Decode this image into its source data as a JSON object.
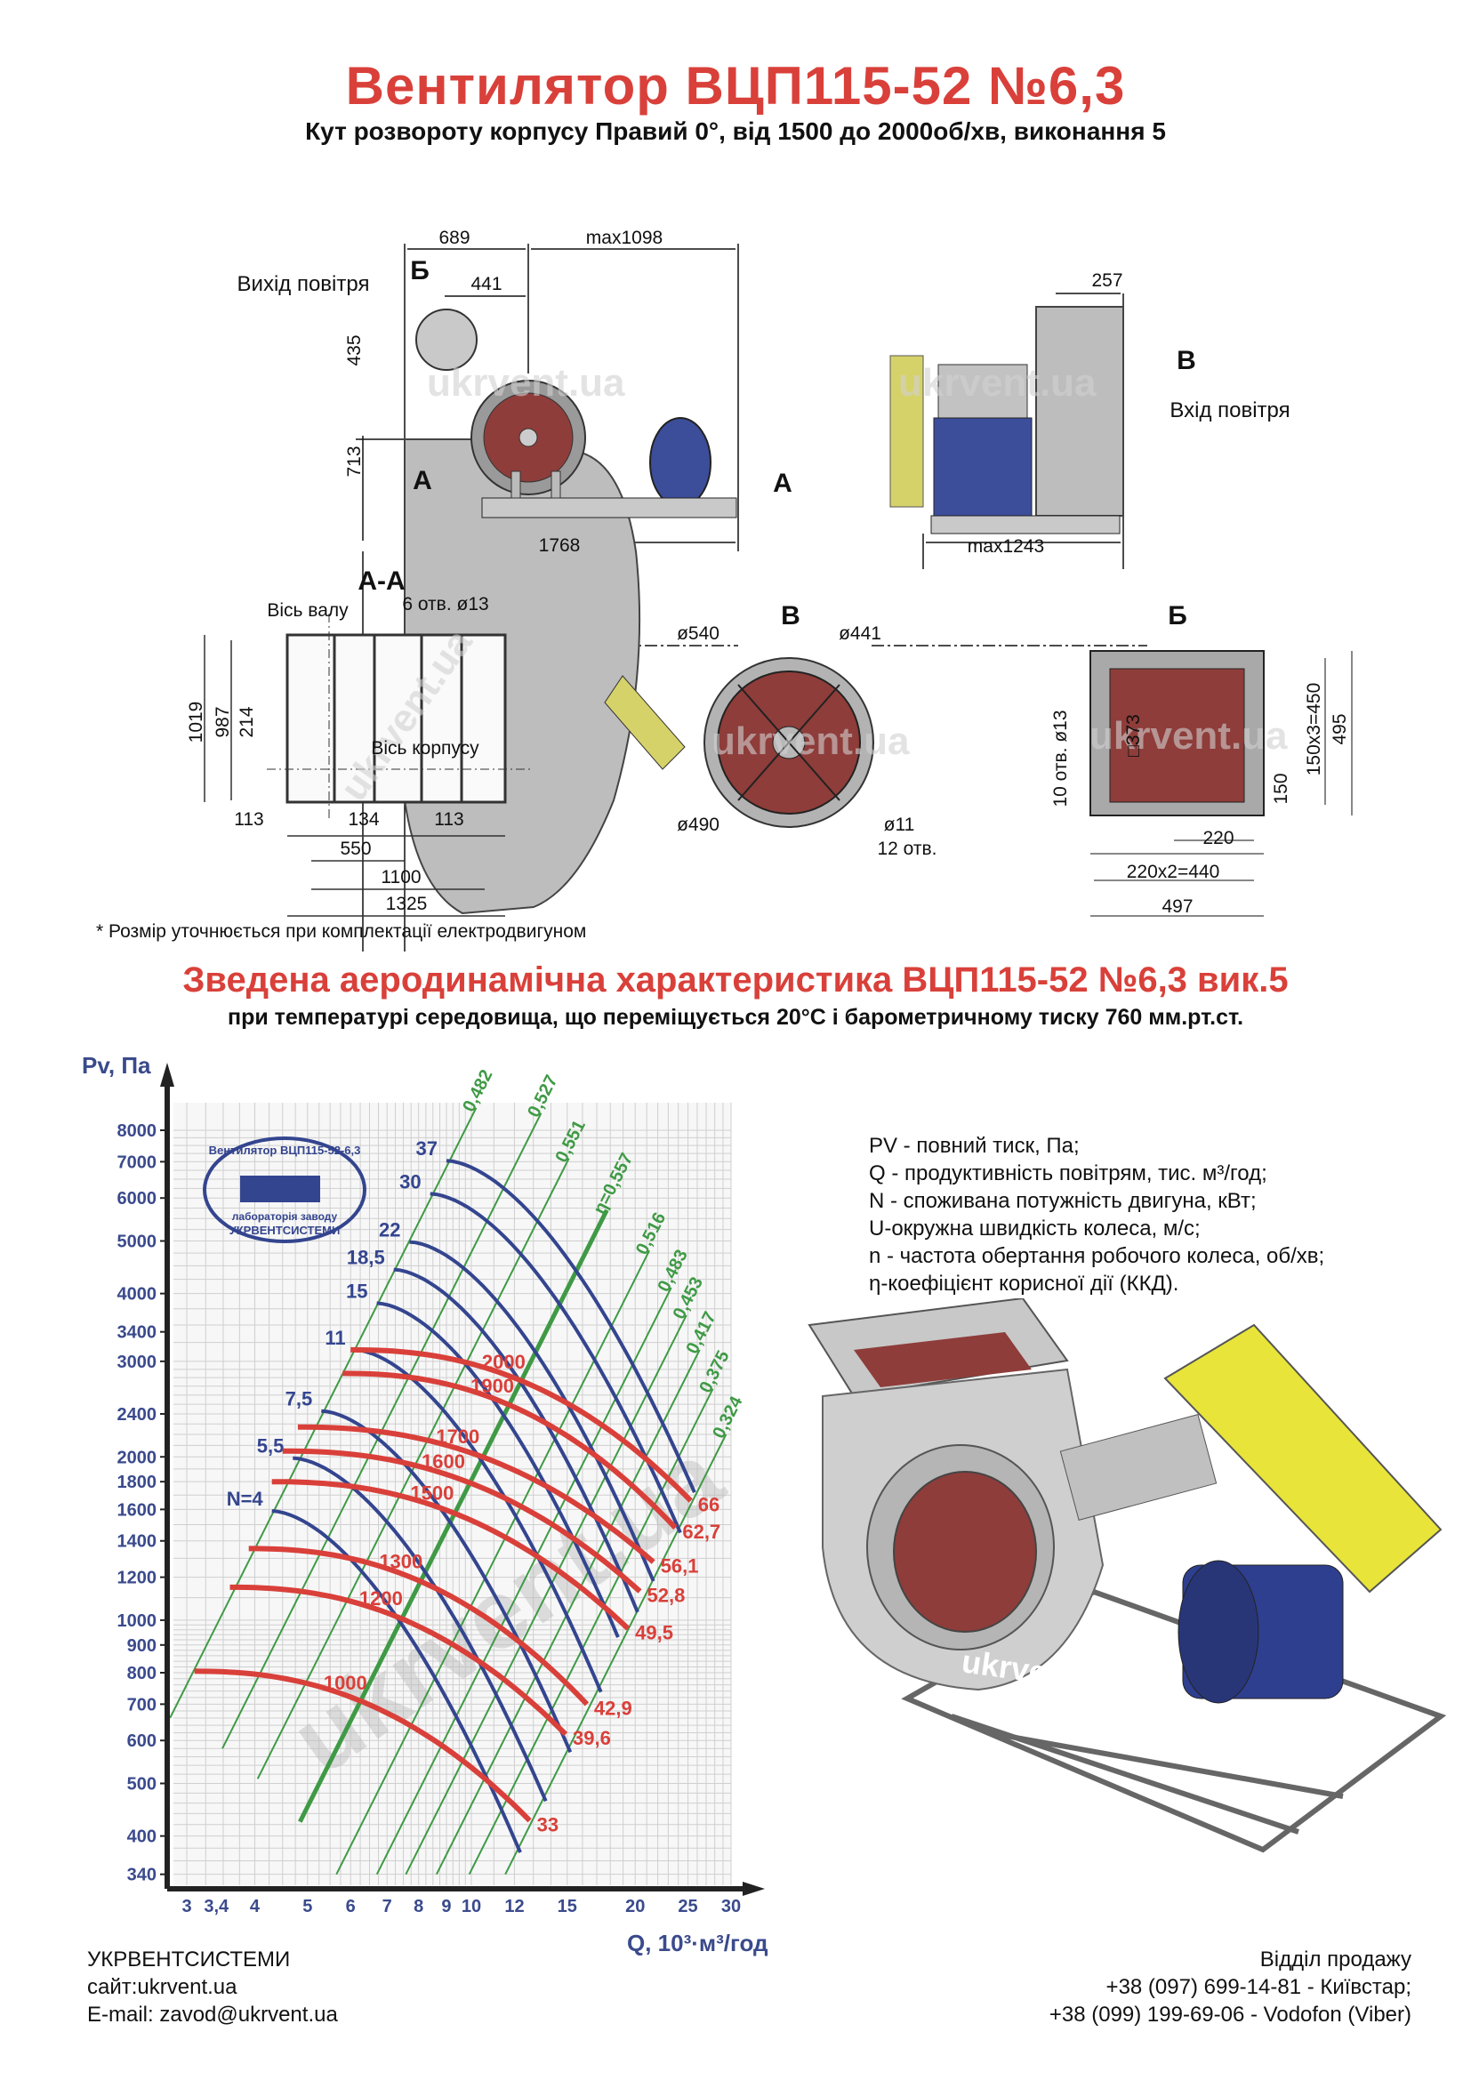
{
  "header": {
    "title": "Вентилятор  ВЦП115-52 №6,3",
    "subtitle": "Кут розвороту корпусу Правий 0°, від 1500 до 2000об/хв, виконання 5"
  },
  "drawings": {
    "watermark": "ukrvent.ua",
    "side_view": {
      "dim_689": "689",
      "dim_max1098": "max1098",
      "outlet_label": "Вихід повітря",
      "mark_b": "Б",
      "dim_441": "441",
      "dim_435": "435",
      "dim_713": "713",
      "mark_a_left": "А",
      "mark_a_right": "А",
      "dim_1768": "1768"
    },
    "front_view": {
      "dim_257": "257",
      "mark_v": "В",
      "inlet_label": "Вхід повітря",
      "dim_max1243": "max1243"
    },
    "section_aa": {
      "title": "А-А",
      "shaft_axis": "Вісь валу",
      "holes": "6 отв.  ø13",
      "dim_1019": "1019",
      "dim_987": "987",
      "dim_214": "214",
      "body_axis": "Вісь корпусу",
      "dim_113a": "113",
      "dim_134": "134",
      "dim_113b": "113",
      "dim_550": "550",
      "dim_1100": "1100",
      "dim_1325": "1325"
    },
    "view_v": {
      "title": "В",
      "d540": "ø540",
      "d441": "ø441",
      "d490": "ø490",
      "d11": "ø11",
      "holes": "12 отв."
    },
    "view_b": {
      "title": "Б",
      "holes": "10 отв.  ø13",
      "sq373": "□373",
      "dim_450": "150х3=450",
      "dim_495": "495",
      "dim_150": "150",
      "dim_220": "220",
      "dim_440": "220х2=440",
      "dim_497": "497"
    },
    "footnote": "* Розмір уточнюється при комплектації електродвигуном"
  },
  "section": {
    "title": "Зведена аеродинамічна характеристика ВЦП115-52 №6,3 вик.5",
    "subtitle": "при температурі середовища, що переміщується 20°С і барометричному тиску 760 мм.рт.ст."
  },
  "legend": [
    "PV - повний тиск, Па;",
    "Q - продуктивність повітрям, тис. м³/год;",
    "N - споживана потужність двигуна, кВт;",
    "U-окружна швидкість колеса, м/с;",
    "n - частота обертання робочого колеса, об/хв;",
    "η-коефіцієнт корисної дії (ККД)."
  ],
  "stamp": {
    "top_text": "Вентилятор ВЦП115-52-6,3",
    "bottom_text": "лабораторія заводу",
    "brand": "УКРВЕНТСИСТЕМИ"
  },
  "photo_watermark": "ukrvent.ua",
  "colors": {
    "red": "#d9403a",
    "blue": "#34458f",
    "green": "#3f9a45",
    "grid": "#cfcfcf"
  },
  "chart_data": {
    "type": "line",
    "title": "Зведена аеродинамічна характеристика ВЦП115-52 №6,3 вик.5",
    "xlabel": "Q, 10³·м³/год",
    "ylabel": "Pv, Па",
    "xscale": "log",
    "yscale": "log",
    "xlim": [
      3,
      30
    ],
    "ylim": [
      340,
      8000
    ],
    "grid": true,
    "x_ticks": [
      {
        "v": 3,
        "t": "3"
      },
      {
        "v": 3.4,
        "t": "3,4"
      },
      {
        "v": 4,
        "t": "4"
      },
      {
        "v": 5,
        "t": "5"
      },
      {
        "v": 6,
        "t": "6"
      },
      {
        "v": 7,
        "t": "7"
      },
      {
        "v": 8,
        "t": "8"
      },
      {
        "v": 9,
        "t": "9"
      },
      {
        "v": 10,
        "t": "10"
      },
      {
        "v": 12,
        "t": "12"
      },
      {
        "v": 15,
        "t": "15"
      },
      {
        "v": 20,
        "t": "20"
      },
      {
        "v": 25,
        "t": "25"
      },
      {
        "v": 30,
        "t": "30"
      }
    ],
    "y_ticks": [
      {
        "v": 8000,
        "t": "8000"
      },
      {
        "v": 7000,
        "t": "7000"
      },
      {
        "v": 6000,
        "t": "6000"
      },
      {
        "v": 5000,
        "t": "5000"
      },
      {
        "v": 4000,
        "t": "4000"
      },
      {
        "v": 3400,
        "t": "3400"
      },
      {
        "v": 3000,
        "t": "3000"
      },
      {
        "v": 2400,
        "t": "2400"
      },
      {
        "v": 2000,
        "t": "2000"
      },
      {
        "v": 1800,
        "t": "1800"
      },
      {
        "v": 1600,
        "t": "1600"
      },
      {
        "v": 1400,
        "t": "1400"
      },
      {
        "v": 1200,
        "t": "1200"
      },
      {
        "v": 1000,
        "t": "1000"
      },
      {
        "v": 900,
        "t": "900"
      },
      {
        "v": 800,
        "t": "800"
      },
      {
        "v": 700,
        "t": "700"
      },
      {
        "v": 600,
        "t": "600"
      },
      {
        "v": 500,
        "t": "500"
      },
      {
        "v": 400,
        "t": "400"
      },
      {
        "v": 340,
        "t": "340"
      }
    ],
    "speed_curves": [
      {
        "n": "2000",
        "u": "66",
        "start": [
          6.0,
          3150
        ],
        "end": [
          25.3,
          1660
        ]
      },
      {
        "n": "1900",
        "u": "62,7",
        "start": [
          5.8,
          2850
        ],
        "end": [
          23.7,
          1480
        ]
      },
      {
        "n": "1700",
        "u": "56,1",
        "start": [
          4.8,
          2270
        ],
        "end": [
          21.6,
          1280
        ]
      },
      {
        "n": "1600",
        "u": "52,8",
        "start": [
          4.5,
          2050
        ],
        "end": [
          20.4,
          1130
        ]
      },
      {
        "n": "1500",
        "u": "49,5",
        "start": [
          4.3,
          1800
        ],
        "end": [
          19.4,
          965
        ]
      },
      {
        "n": "1300",
        "u": "42,9",
        "start": [
          3.9,
          1355
        ],
        "end": [
          16.3,
          700
        ]
      },
      {
        "n": "1200",
        "u": "39,6",
        "start": [
          3.6,
          1150
        ],
        "end": [
          14.9,
          616
        ]
      },
      {
        "n": "1000",
        "u": "33",
        "start": [
          3.1,
          805
        ],
        "end": [
          12.8,
          427
        ]
      }
    ],
    "power_curves": [
      {
        "label": "37",
        "start": [
          9.0,
          7030
        ],
        "end": [
          25.7,
          1720
        ]
      },
      {
        "label": "30",
        "start": [
          8.4,
          6110
        ],
        "end": [
          24.2,
          1450
        ]
      },
      {
        "label": "22",
        "start": [
          7.7,
          4980
        ],
        "end": [
          21.6,
          1180
        ]
      },
      {
        "label": "18,5",
        "start": [
          7.2,
          4430
        ],
        "end": [
          20.2,
          1035
        ]
      },
      {
        "label": "15",
        "start": [
          6.7,
          3840
        ],
        "end": [
          18.6,
          930
        ]
      },
      {
        "label": "11",
        "start": [
          6.1,
          3150
        ],
        "end": [
          17.3,
          737
        ]
      },
      {
        "label": "7,5",
        "start": [
          5.3,
          2430
        ],
        "end": [
          15.2,
          571
        ]
      },
      {
        "label": "5,5",
        "start": [
          4.7,
          1990
        ],
        "end": [
          13.7,
          464
        ]
      },
      {
        "label": "N=4",
        "start": [
          4.3,
          1590
        ],
        "end": [
          12.3,
          373
        ]
      }
    ],
    "efficiency_lines": [
      {
        "label": "0,482",
        "q_at_1000": 3.44,
        "p_range": [
          660,
          8800
        ]
      },
      {
        "label": "0,527",
        "q_at_1000": 4.58,
        "p_range": [
          580,
          8600
        ]
      },
      {
        "label": "0,551",
        "q_at_1000": 5.67,
        "p_range": [
          510,
          7100
        ]
      },
      {
        "label": "η=0,557",
        "q_at_1000": 7.43,
        "p_range": [
          425,
          5700
        ],
        "max": true
      },
      {
        "label": "0,516",
        "q_at_1000": 9.69,
        "p_range": [
          340,
          4800
        ]
      },
      {
        "label": "0,483",
        "q_at_1000": 11.5,
        "p_range": [
          340,
          4100
        ]
      },
      {
        "label": "0,453",
        "q_at_1000": 13.0,
        "p_range": [
          340,
          3650
        ]
      },
      {
        "label": "0,417",
        "q_at_1000": 14.8,
        "p_range": [
          340,
          3150
        ]
      },
      {
        "label": "0,375",
        "q_at_1000": 17.0,
        "p_range": [
          340,
          2670
        ]
      },
      {
        "label": "0,324",
        "q_at_1000": 19.8,
        "p_range": [
          340,
          2200
        ]
      }
    ]
  },
  "footer": {
    "company": "УКРВЕНТСИСТЕМИ",
    "site": "сайт:ukrvent.ua",
    "email": "E-mail: zavod@ukrvent.ua",
    "sales_title": "Відділ продажу",
    "phone1": "+38 (097) 699-14-81 - Київстар;",
    "phone2": "+38 (099) 199-69-06 - Vodofon (Viber)"
  }
}
